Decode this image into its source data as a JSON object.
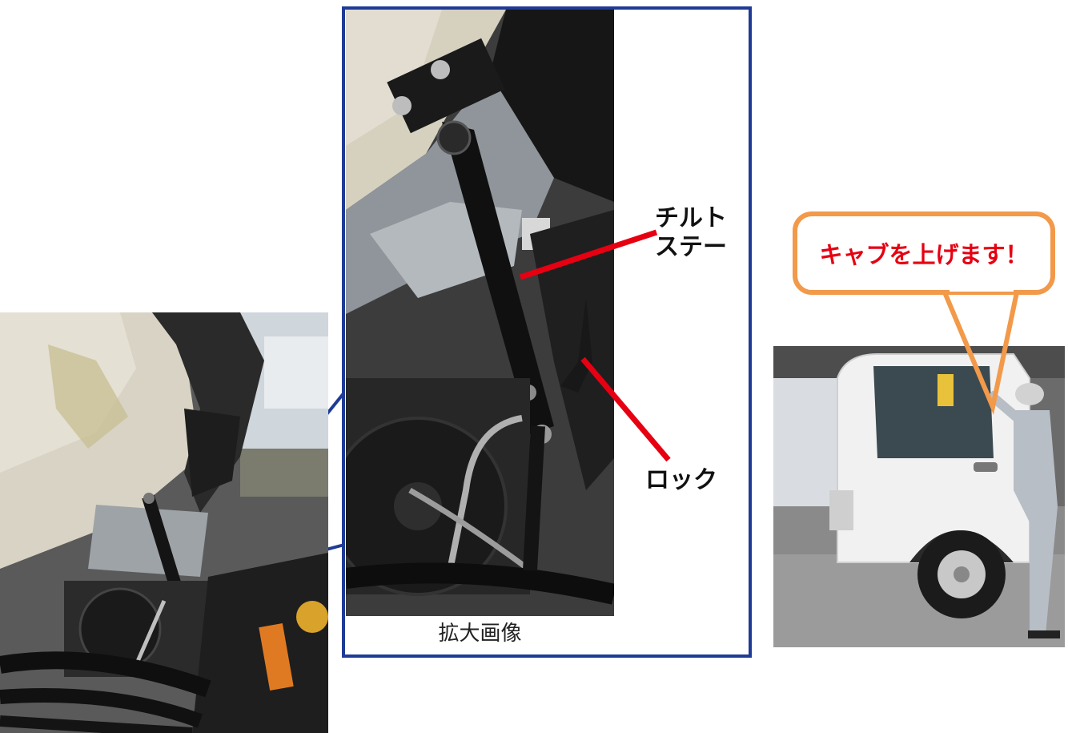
{
  "zoom_view": {
    "caption": "拡大画像",
    "frame_color": "#1f3b96"
  },
  "callouts": {
    "tilt_stay": "チルト\nステー",
    "lock": "ロック",
    "line_color": "#e60012"
  },
  "speech_bubble": {
    "text": "キャブを上げます！",
    "text_color": "#e60012",
    "border_color": "#f2994a"
  },
  "photos": {
    "left": "engine-bay-photo",
    "zoom": "tilt-stay-closeup-photo",
    "right": "truck-cab-worker-photo"
  }
}
